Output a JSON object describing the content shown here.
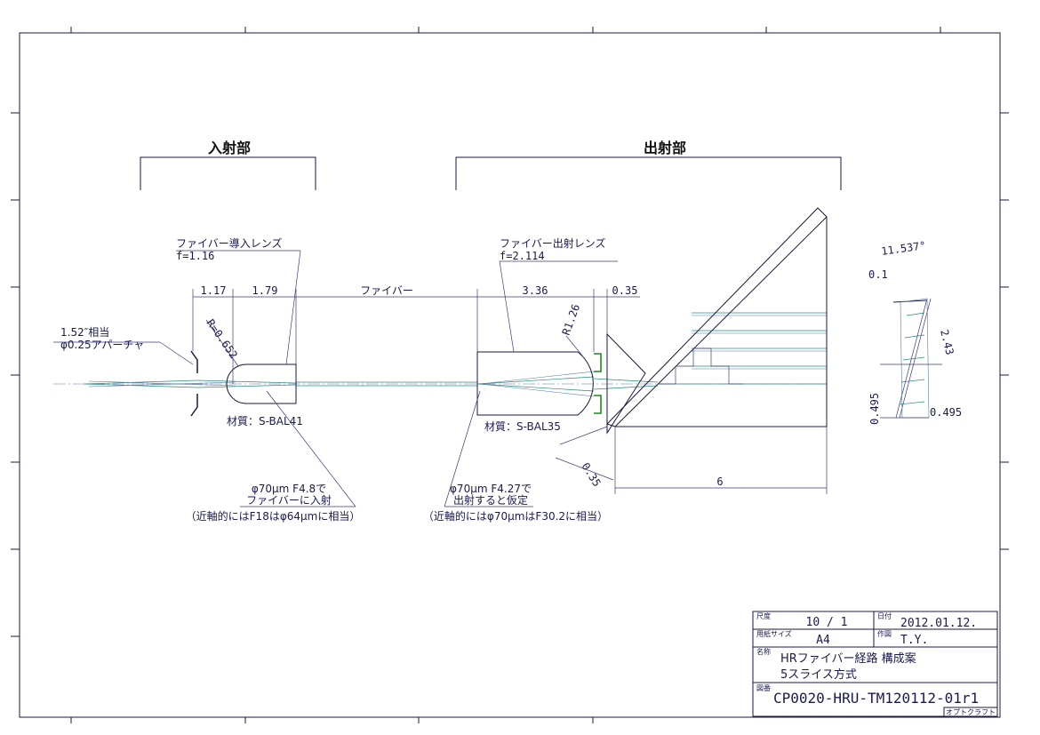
{
  "sections": {
    "input": "入射部",
    "output": "出射部"
  },
  "labels": {
    "input_lens_name": "ファイバー導入レンズ",
    "input_lens_f": "f=1.16",
    "output_lens_name": "ファイバー出射レンズ",
    "output_lens_f": "f=2.114",
    "fiber": "ファイバー",
    "aperture_line1": "1.52″相当",
    "aperture_line2": "φ0.25アパーチャ",
    "radius_input": "R=0.652",
    "radius_output": "R1.26",
    "material_input": "材質：S-BAL41",
    "material_output": "材質：S-BAL35",
    "note_in_1": "φ70μm F4.8で",
    "note_in_2": "ファイバーに入射",
    "note_in_3": "（近軸的にはF18はφ64μmに相当）",
    "note_out_1": "φ70μm F4.27で",
    "note_out_2": "出射すると仮定",
    "note_out_3": "（近軸的にはφ70μmはF30.2に相当）"
  },
  "dimensions": {
    "d_117": "1.17",
    "d_179": "1.79",
    "d_336": "3.36",
    "d_035_top": "0.35",
    "d_035_bottom": "0.35",
    "d_6": "6",
    "angle": "11.537°",
    "d_01": "0.1",
    "d_243": "2.43",
    "d_0495_left": "0.495",
    "d_0495_right": "0.495"
  },
  "title_block": {
    "scale_label": "尺度",
    "scale_value": "10 / 1",
    "date_label": "日付",
    "date_value": "2012.01.12.",
    "paper_label": "用紙サイズ",
    "paper_value": "A4",
    "author_label": "作図",
    "author_value": "T.Y.",
    "name_label": "名称",
    "name_line1": "HRファイバー経路 構成案",
    "name_line2": "5スライス方式",
    "drawing_no_label": "図番",
    "drawing_no": "CP0020-HRU-TM120112-01r1",
    "company": "オプトクラフト"
  }
}
